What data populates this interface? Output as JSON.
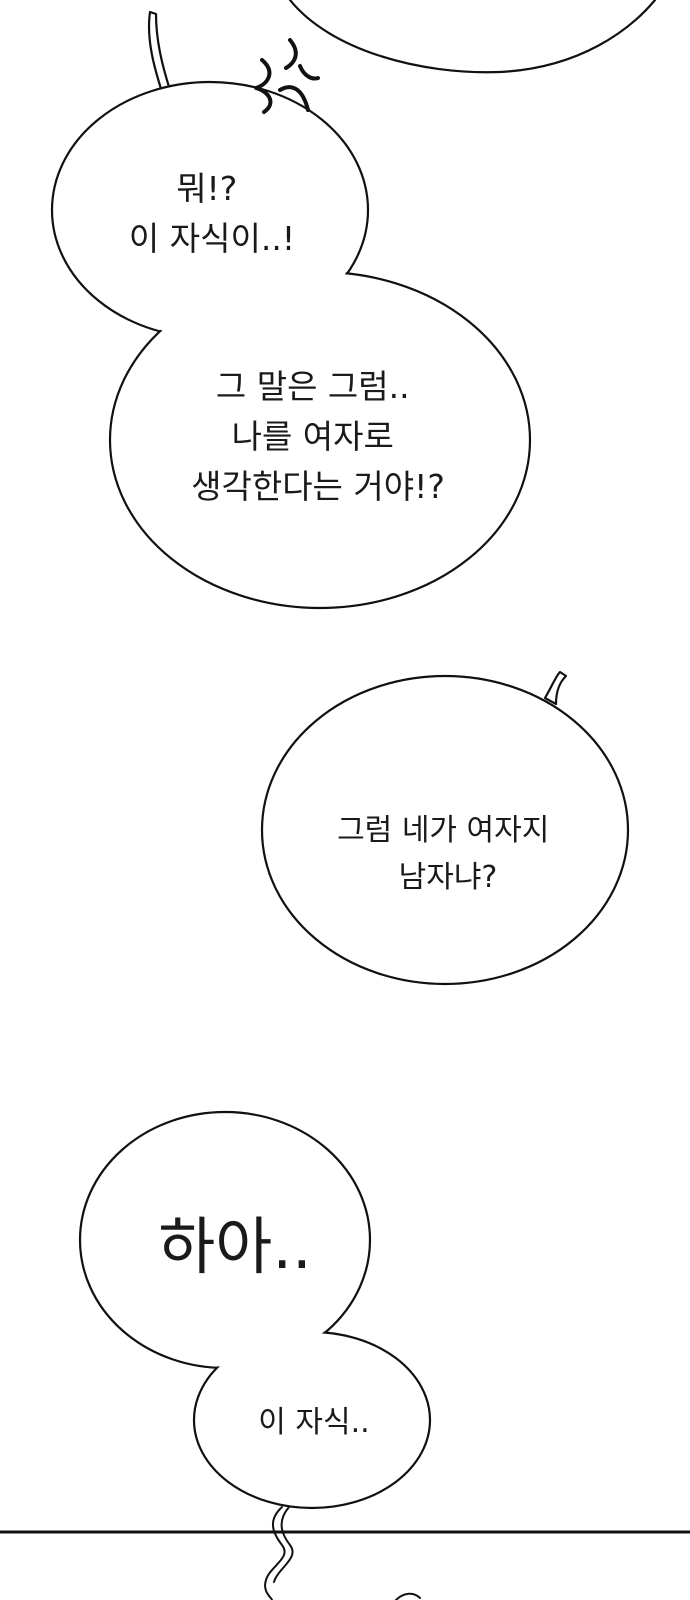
{
  "bubbles": [
    {
      "lines": [
        "뭐!?",
        "이 자식이..!"
      ]
    },
    {
      "lines": [
        "그 말은 그럼..",
        "나를 여자로",
        "생각한다는 거야!?"
      ]
    },
    {
      "lines": [
        "그럼 네가 여자지",
        "남자냐?"
      ]
    },
    {
      "lines": [
        "하아.."
      ]
    },
    {
      "lines": [
        "이 자식.."
      ]
    }
  ],
  "colors": {
    "background": "#ffffff",
    "ink": "#111111"
  },
  "icons": [
    "anger-mark-icon"
  ]
}
